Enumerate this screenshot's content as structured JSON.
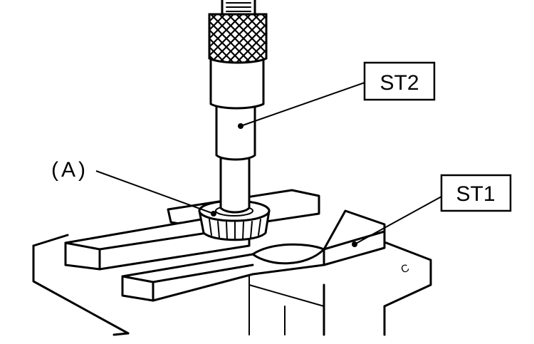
{
  "labels": {
    "st2": "ST2",
    "st1": "ST1",
    "part_a": "(A)",
    "block_mark": "C"
  }
}
